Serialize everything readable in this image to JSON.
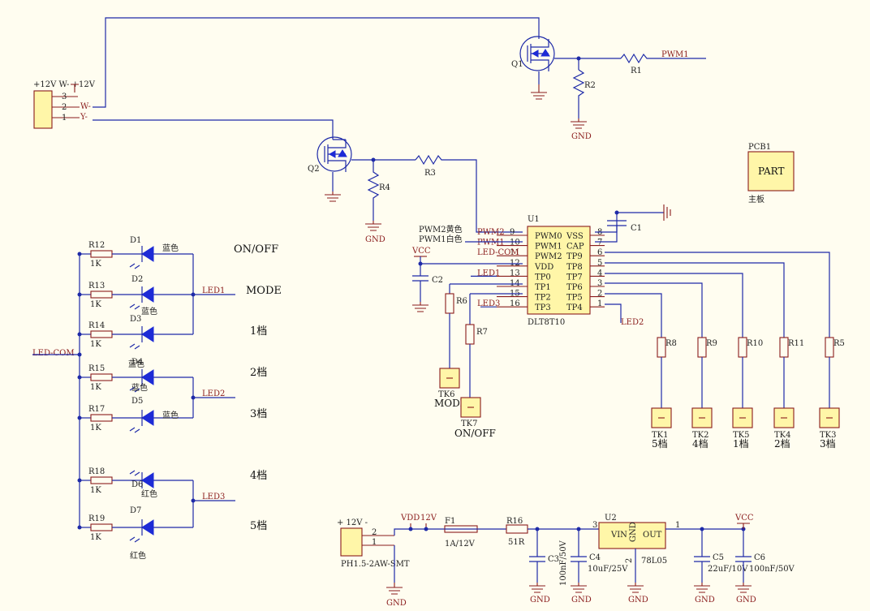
{
  "connectors": {
    "power_in": {
      "title": "+12V W- +12V",
      "pins": [
        "3",
        "2",
        "1"
      ],
      "signals": [
        "W-",
        "Y-"
      ]
    },
    "dc_jack": {
      "title": "+ 12V -",
      "pins": [
        "2",
        "1"
      ],
      "name": "PH1.5-2AW-SMT"
    }
  },
  "transistors": {
    "q1": "Q1",
    "q2": "Q2"
  },
  "resistors": {
    "r1": "R1",
    "r2": "R2",
    "r3": "R3",
    "r4": "R4",
    "r5": "R5",
    "r6": "R6",
    "r7": "R7",
    "r8": "R8",
    "r9": "R9",
    "r10": "R10",
    "r11": "R11",
    "r12": "R12",
    "r13": "R13",
    "r14": "R14",
    "r15": "R15",
    "r17": "R17",
    "r18": "R18",
    "r19": "R19",
    "r16": "R16",
    "r16_val": "51R",
    "val_1k": "1K"
  },
  "nets": {
    "pwm1": "PWM1",
    "gnd": "GND",
    "vcc": "VCC",
    "vdd": "VDD",
    "led_com": "LED-COM",
    "led1": "LED1",
    "led2": "LED2",
    "led3": "LED3",
    "vdd12": "VDD",
    "pwm2_label": "PWM2黄色",
    "pwm1_label": "PWM1白色"
  },
  "ic_u1": {
    "ref": "U1",
    "part": "DLT8T10",
    "left_pins": [
      {
        "num": "9",
        "name": "PWM0"
      },
      {
        "num": "10",
        "name": "PWM1"
      },
      {
        "num": "11",
        "name": "PWM2"
      },
      {
        "num": "12",
        "name": "VDD"
      },
      {
        "num": "13",
        "name": "TP0"
      },
      {
        "num": "14",
        "name": "TP1"
      },
      {
        "num": "15",
        "name": "TP2"
      },
      {
        "num": "16",
        "name": "TP3"
      }
    ],
    "right_pins": [
      {
        "num": "8",
        "name": "VSS"
      },
      {
        "num": "7",
        "name": "CAP"
      },
      {
        "num": "6",
        "name": "TP9"
      },
      {
        "num": "5",
        "name": "TP8"
      },
      {
        "num": "4",
        "name": "TP7"
      },
      {
        "num": "3",
        "name": "TP6"
      },
      {
        "num": "2",
        "name": "TP5"
      },
      {
        "num": "1",
        "name": "TP4"
      }
    ],
    "left_nets": [
      "PWM2",
      "PWM1",
      "LED-COM",
      "",
      "LED1",
      "",
      "",
      "LED3"
    ]
  },
  "ic_u2": {
    "ref": "U2",
    "part": "78L05",
    "vin": "VIN",
    "out": "OUT",
    "gnd": "GND",
    "pin_in": "3",
    "pin_out": "1",
    "pin_gnd": "2"
  },
  "caps": {
    "c1": "C1",
    "c2": "C2",
    "c3": "C3",
    "c4": "C4",
    "c5": "C5",
    "c6": "C6",
    "c4_val": "10uF/25V",
    "c3_val": "100nF/50V",
    "c5_val": "22uF/10V",
    "c6_val": "100nF/50V"
  },
  "fuse": {
    "ref": "F1",
    "val": "1A/12V"
  },
  "leds": {
    "d1": "D1",
    "d2": "D2",
    "d3": "D3",
    "d4": "D4",
    "d5": "D5",
    "d6": "D6",
    "d7": "D7",
    "blue": "蓝色",
    "red": "红色"
  },
  "touch_keys": [
    {
      "ref": "TK1",
      "label": "5档"
    },
    {
      "ref": "TK2",
      "label": "4档"
    },
    {
      "ref": "TK5",
      "label": "1档"
    },
    {
      "ref": "TK4",
      "label": "2档"
    },
    {
      "ref": "TK3",
      "label": "3档"
    }
  ],
  "touch_mode": {
    "ref": "TK6",
    "label": "MODE"
  },
  "touch_onoff": {
    "ref": "TK7",
    "label": "ON/OFF"
  },
  "modes": [
    "ON/OFF",
    "MODE",
    "1档",
    "2档",
    "3档",
    "4档",
    "5档"
  ],
  "pcb": {
    "ref": "PCB1",
    "part": "PART",
    "label": "主板"
  }
}
